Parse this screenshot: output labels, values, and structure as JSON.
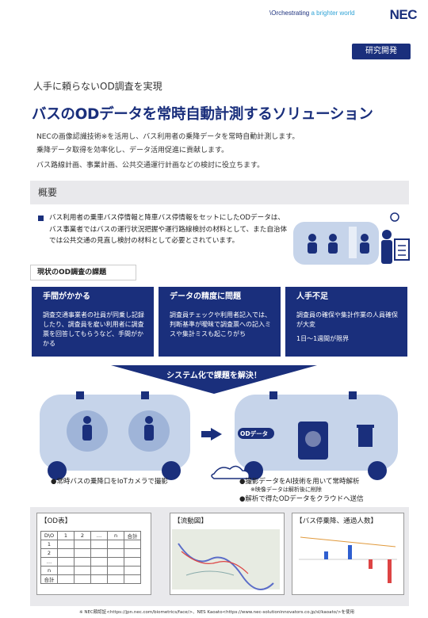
{
  "brand": {
    "tagline_prefix": "\\Orchestrating",
    "tagline_accent": "a brighter world",
    "logo": "NEC"
  },
  "tag": "研究開発",
  "header": {
    "subtitle": "人手に頼らないOD調査を実現",
    "title": "バスのODデータを常時自動計測するソリューション"
  },
  "intro": [
    "NECの画像認識技術※を活用し、バス利用者の乗降データを常時自動計測します。",
    "乗降データ取得を効率化し、データ活用促進に貢献します。",
    "バス路線計画、事業計画、公共交通運行計画などの検討に役立ちます。"
  ],
  "overview": {
    "heading": "概要",
    "bullet": "バス利用者の乗車バス停情報と降車バス停情報をセットにしたODデータは、バス事業者ではバスの運行状況把握や運行路線検討の材料として、また自治体では公共交通の見直し検討の材料として必要とされています。"
  },
  "issues": {
    "label": "現状のOD調査の課題",
    "items": [
      {
        "head": "手間がかかる",
        "body": "調査交通事業者の社員が同乗し記録したり、調査員を雇い利用者に調査票を回答してもらうなど、手間がかかる"
      },
      {
        "head": "データの精度に問題",
        "body": "調査員チェックや利用者記入では、判断基準が曖昧で調査票への記入ミスや集計ミスも起こりがち"
      },
      {
        "head": "人手不足",
        "body": "調査員の確保や集計作業の人員確保が大変",
        "body2": "1日～1週間が限界"
      }
    ]
  },
  "solution": {
    "banner": "システム化で課題を解決！",
    "od_label": "ODデータ",
    "cap1": "●常時バスの乗降口をIoTカメラで撮影",
    "cap2": "●撮影データをAI技術を用いて常時解析",
    "cap2_note": "※映像データは解析後に削除",
    "cap3": "●解析で得たODデータをクラウドへ送信"
  },
  "outputs": {
    "od_table": {
      "label": "【OD表】",
      "header": [
        "D\\O",
        "1",
        "2",
        "…",
        "n",
        "合計"
      ],
      "rows": [
        "1",
        "2",
        "…",
        "n",
        "合計"
      ]
    },
    "flow_map": {
      "label": "【流動図】"
    },
    "stop_chart": {
      "label": "【バス停乗降、通過人数】"
    }
  },
  "footnote": "※ NEC顔認証<https://jpn.nec.com/biometrics/face/>、NES Kaoato<https://www.nec-solutioninnovators.co.jp/sl/kaoato/>を使用",
  "colors": {
    "navy": "#1a2f7c",
    "accent": "#2fa3d6",
    "bus": "#b8cde8"
  }
}
